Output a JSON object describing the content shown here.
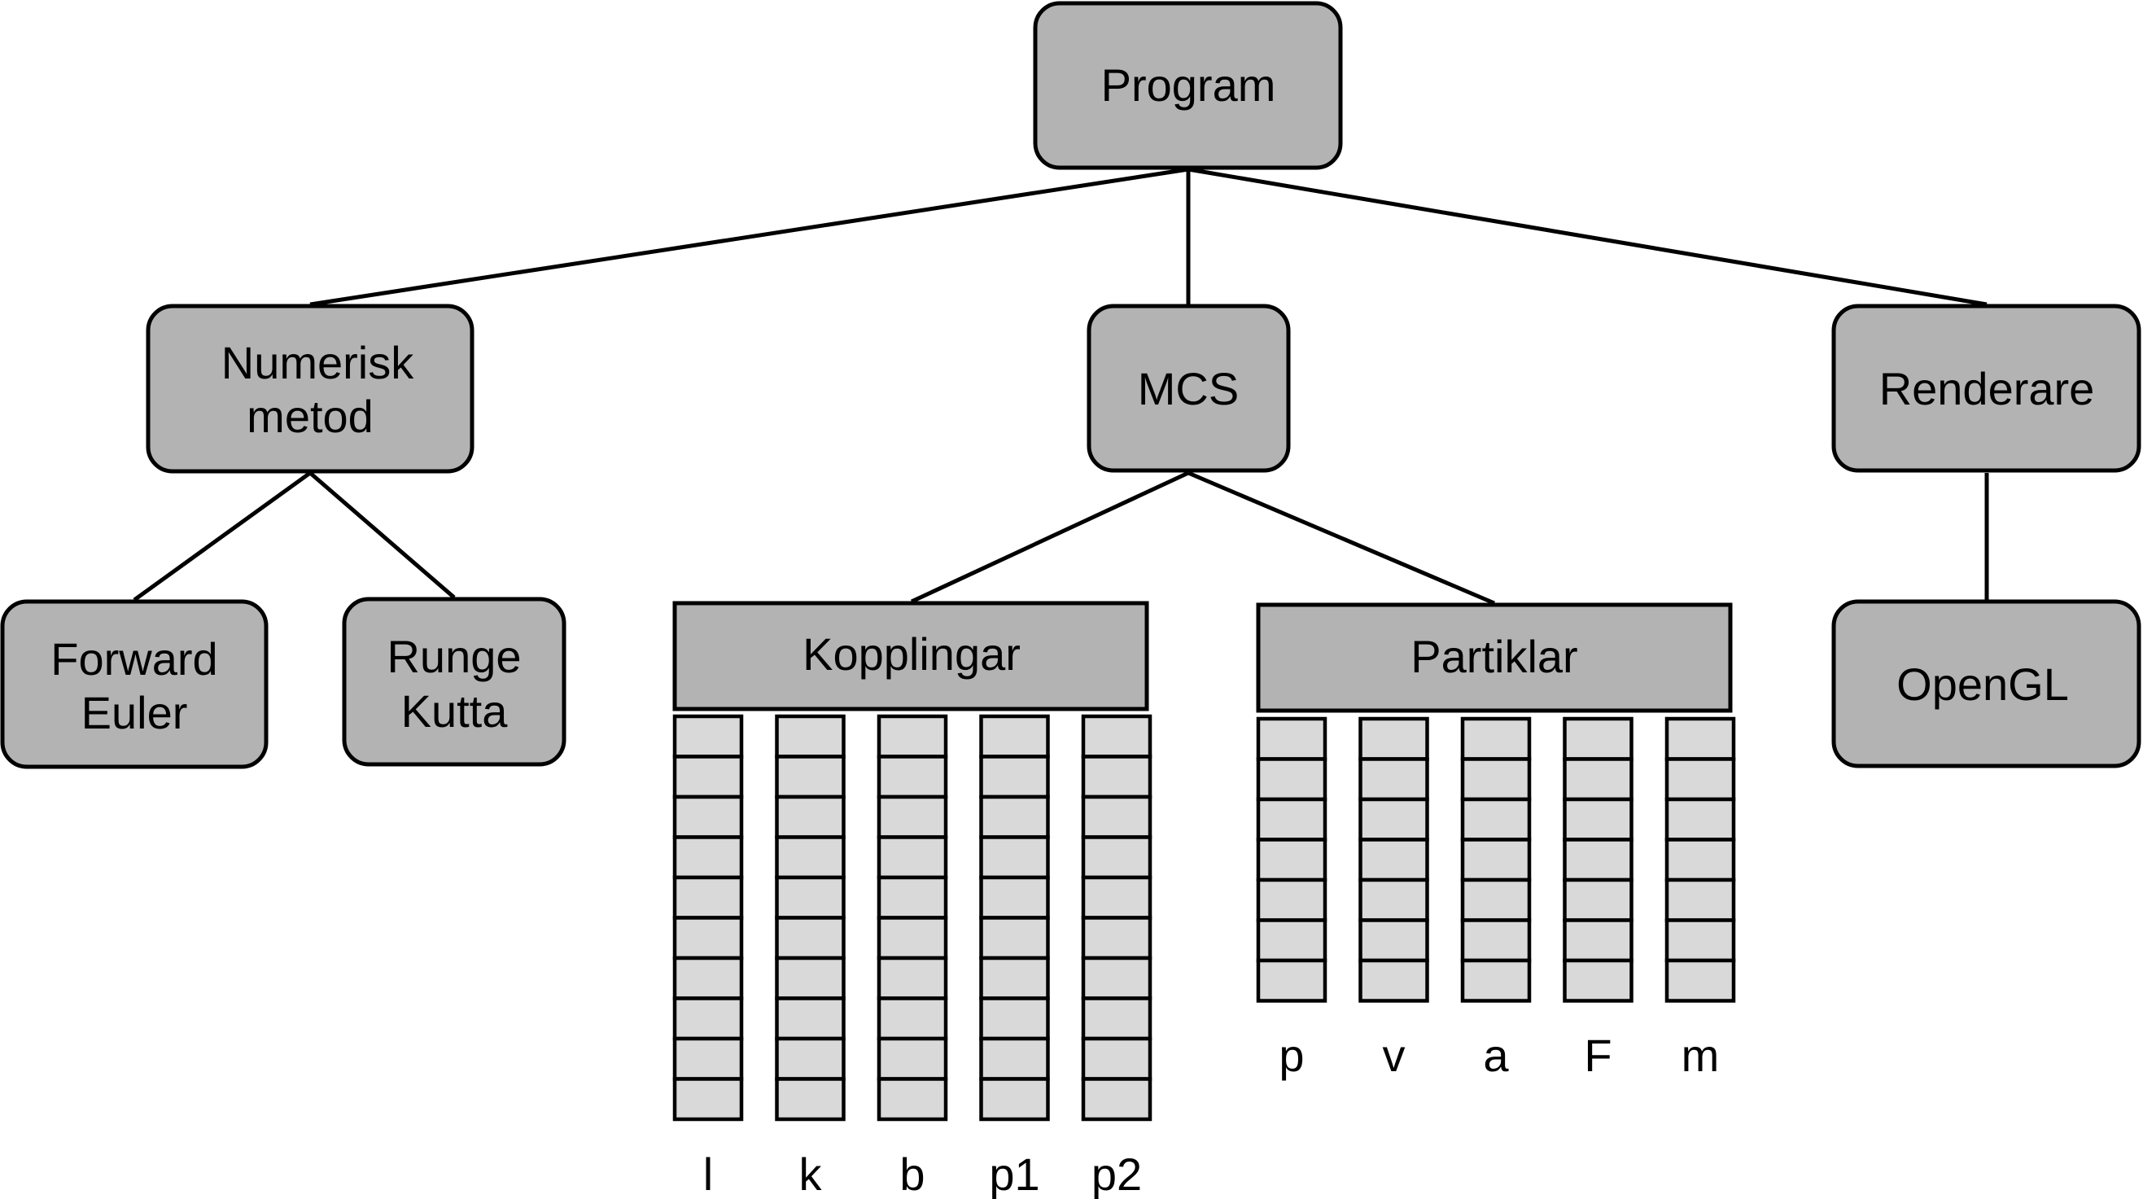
{
  "colors": {
    "box_fill": "#b3b3b3",
    "cell_fill": "#d9d9d9",
    "stroke": "#000000",
    "background": "#ffffff"
  },
  "nodes": {
    "program": {
      "lines": [
        "Program"
      ]
    },
    "numerisk": {
      "lines": [
        "Numerisk",
        "metod"
      ]
    },
    "mcs": {
      "lines": [
        "MCS"
      ]
    },
    "renderare": {
      "lines": [
        "Renderare"
      ]
    },
    "forward_euler": {
      "lines": [
        "Forward",
        "Euler"
      ]
    },
    "runge_kutta": {
      "lines": [
        "Runge",
        "Kutta"
      ]
    },
    "kopplingar": {
      "lines": [
        "Kopplingar"
      ]
    },
    "partiklar": {
      "lines": [
        "Partiklar"
      ]
    },
    "opengl": {
      "lines": [
        "OpenGL"
      ]
    }
  },
  "edges": [
    [
      "program",
      "numerisk"
    ],
    [
      "program",
      "mcs"
    ],
    [
      "program",
      "renderare"
    ],
    [
      "numerisk",
      "forward_euler"
    ],
    [
      "numerisk",
      "runge_kutta"
    ],
    [
      "mcs",
      "kopplingar"
    ],
    [
      "mcs",
      "partiklar"
    ],
    [
      "renderare",
      "opengl"
    ]
  ],
  "arrays": {
    "kopplingar": {
      "columns": [
        "l",
        "k",
        "b",
        "p1",
        "p2"
      ],
      "cells_per_column": 10
    },
    "partiklar": {
      "columns": [
        "p",
        "v",
        "a",
        "F",
        "m"
      ],
      "cells_per_column": 7
    }
  }
}
